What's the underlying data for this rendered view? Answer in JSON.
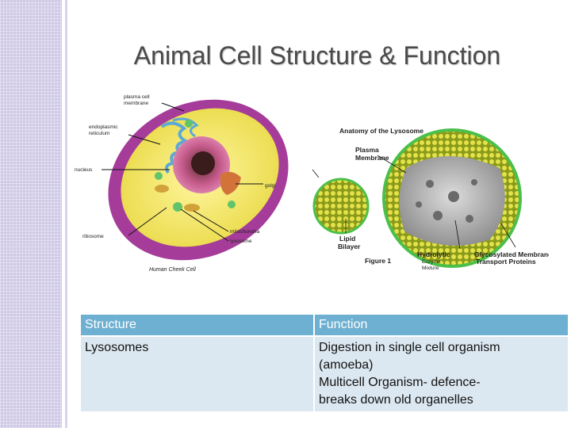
{
  "slide": {
    "title": "Animal Cell Structure & Function"
  },
  "left_figure": {
    "labels": {
      "plasma_membrane_1": "plasma cell",
      "plasma_membrane_2": "membrane",
      "er_1": "endoplasmic",
      "er_2": "reticulum",
      "nucleus": "nucleus",
      "golgi": "golgi",
      "ribosome": "ribosome",
      "mitochondria": "mitochondria",
      "lysosome": "lysosome",
      "caption": "Human Cheek Cell"
    }
  },
  "right_figure": {
    "labels": {
      "title": "Anatomy of the Lysosome",
      "plasma_1": "Plasma",
      "plasma_2": "Membrane",
      "lipid_1": "Lipid",
      "lipid_2": "Bilayer",
      "figure": "Figure 1",
      "hydro_1": "Hydrolytic",
      "hydro_2": "Enzyme",
      "hydro_3": "Mixture",
      "glyco_1": "Glycosylated Membrane",
      "glyco_2": "Transport Proteins"
    }
  },
  "table": {
    "headers": [
      "Structure",
      "Function"
    ],
    "rows": [
      {
        "structure": "Lysosomes",
        "function_lines": [
          "Digestion in single cell organism",
          "(amoeba)",
          "Multicell Organism- defence-",
          "breaks down old organelles"
        ]
      }
    ]
  },
  "colors": {
    "header_blue": "#6eb0d1",
    "cell_bg": "#dce8f1",
    "side_purple": "#cfc9e6"
  }
}
